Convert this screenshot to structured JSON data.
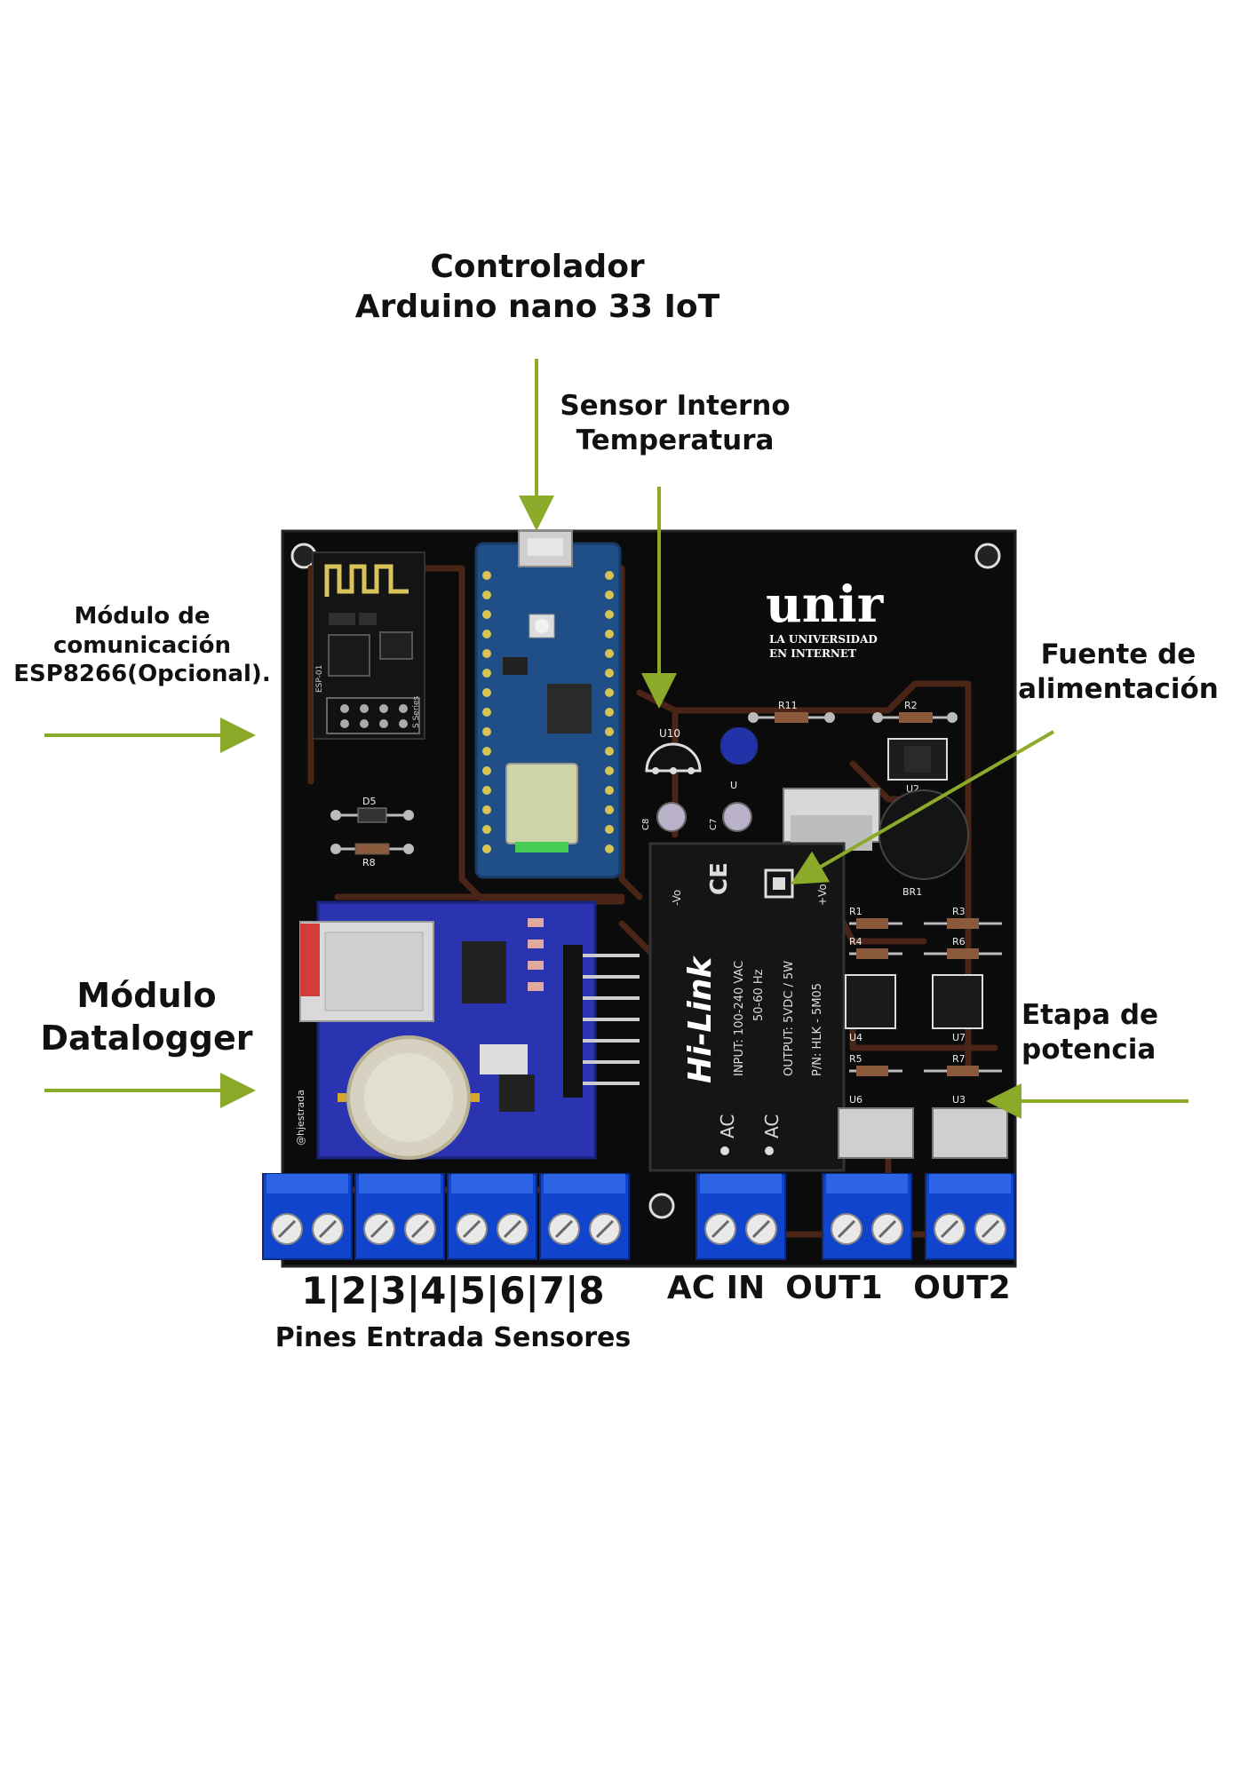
{
  "labels": {
    "controller": {
      "line1": "Controlador",
      "line2": "Arduino nano 33 IoT"
    },
    "temp_sensor": {
      "line1": "Sensor Interno",
      "line2": "Temperatura"
    },
    "comm_module": {
      "line1": "Módulo de",
      "line2": "comunicación",
      "line3": "ESP8266(Opcional)."
    },
    "power_supply": {
      "line1": "Fuente de",
      "line2": "alimentación"
    },
    "datalogger": {
      "line1": "Módulo",
      "line2": "Datalogger"
    },
    "power_stage": {
      "line1": "Etapa de",
      "line2": "potencia"
    },
    "sensor_pins": "1|2|3|4|5|6|7|8",
    "sensor_pins_caption": "Pines Entrada Sensores",
    "ac_in": "AC IN",
    "out1": "OUT1",
    "out2": "OUT2"
  },
  "board": {
    "logo_main": "unir",
    "logo_sub1": "LA UNIVERSIDAD",
    "logo_sub2": "EN INTERNET",
    "psu_brand": "Hi-Link",
    "psu_input": "INPUT: 100-240 VAC",
    "psu_freq": "50-60 Hz",
    "psu_output": "OUTPUT: 5VDC / 5W",
    "psu_pn": "P/N: HLK - 5M05",
    "psu_ac": "AC",
    "psu_vo_neg": "-Vo",
    "psu_vo_pos": "+Vo",
    "esp_label": "ESP-01",
    "esp_series": "S Series",
    "author": "@hjestrada",
    "refs": {
      "u10": "U10",
      "r11": "R11",
      "r2": "R2",
      "u2": "U2",
      "c8": "C8",
      "c7": "C7",
      "u1": "U",
      "br1": "BR1",
      "r1": "R1",
      "r3": "R3",
      "r4": "R4",
      "r6": "R6",
      "u4": "U4",
      "u7": "U7",
      "r5": "R5",
      "r7": "R7",
      "u6": "U6",
      "u3": "U3",
      "d5": "D5",
      "r8": "R8"
    }
  },
  "colors": {
    "arrow": "#8caa2a",
    "board": "#0b0b0b",
    "trace": "#4a2416",
    "terminal": "#1144cc",
    "nano": "#1f4f86",
    "datalogger": "#2b34b0"
  }
}
